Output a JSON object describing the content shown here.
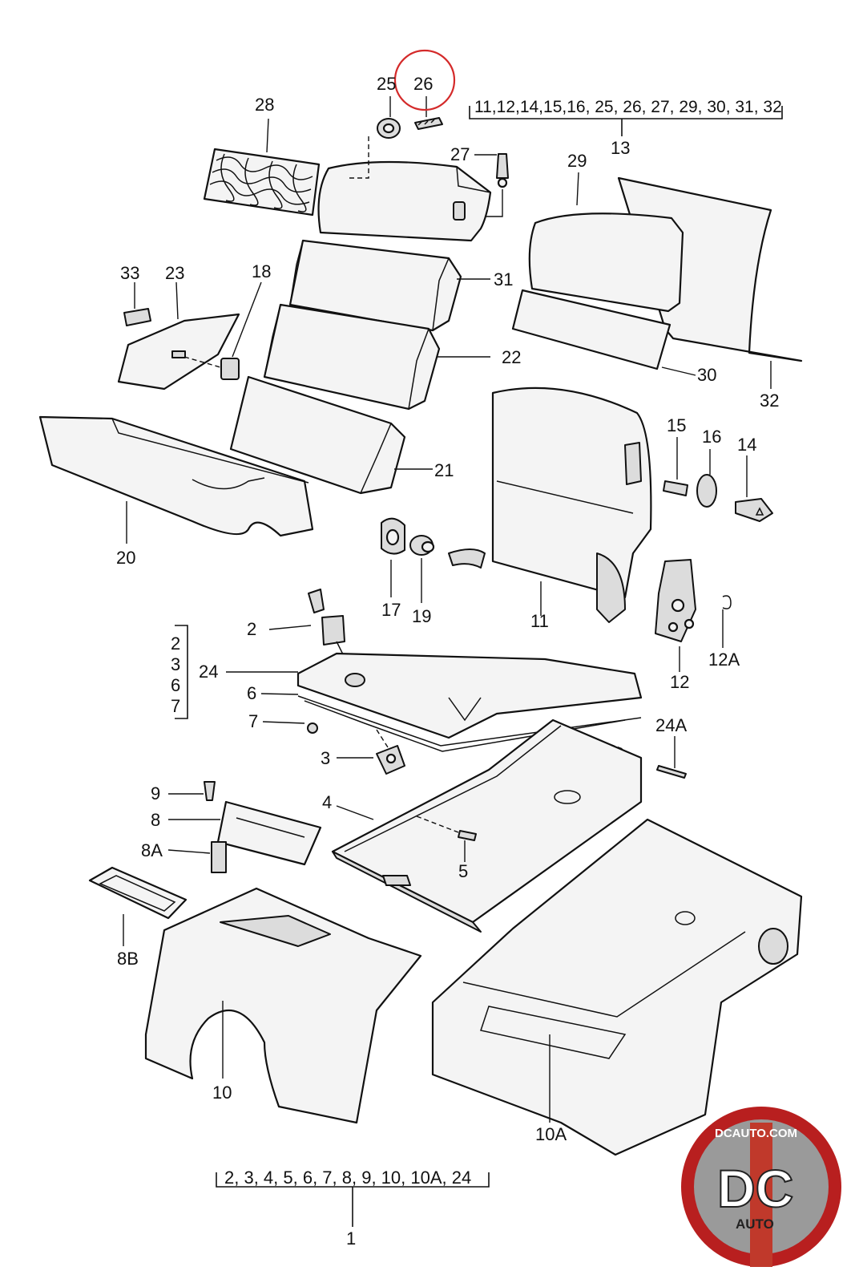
{
  "labels": {
    "p1": "1",
    "p2": "2",
    "p3": "3",
    "p4": "4",
    "p5": "5",
    "p6": "6",
    "p7": "7",
    "p8": "8",
    "p8a": "8A",
    "p8b": "8B",
    "p9": "9",
    "p10": "10",
    "p10a": "10A",
    "p11": "11",
    "p12": "12",
    "p12a": "12A",
    "p13": "13",
    "p14": "14",
    "p15": "15",
    "p16": "16",
    "p17": "17",
    "p18": "18",
    "p19": "19",
    "p20": "20",
    "p21": "21",
    "p22": "22",
    "p23": "23",
    "p24": "24",
    "p24a": "24A",
    "p25": "25",
    "p26": "26",
    "p27": "27",
    "p28": "28",
    "p29": "29",
    "p30": "30",
    "p31": "31",
    "p32": "32",
    "p33": "33"
  },
  "groups": {
    "group13": "11,12,14,15,16, 25, 26, 27, 29, 30, 31, 32",
    "group24": [
      "2",
      "3",
      "6",
      "7"
    ],
    "group1": "2, 3, 4, 5, 6, 7, 8, 9, 10, 10A, 24"
  },
  "highlight": {
    "part": "26",
    "color": "#d42a2a"
  },
  "watermark": {
    "site": "DCAUTO.COM",
    "mark": "DC",
    "sub": "AUTO",
    "colors": {
      "ring": "#b81f1f",
      "inner": "#9a9a9a",
      "stripe": "#c0392b"
    }
  }
}
